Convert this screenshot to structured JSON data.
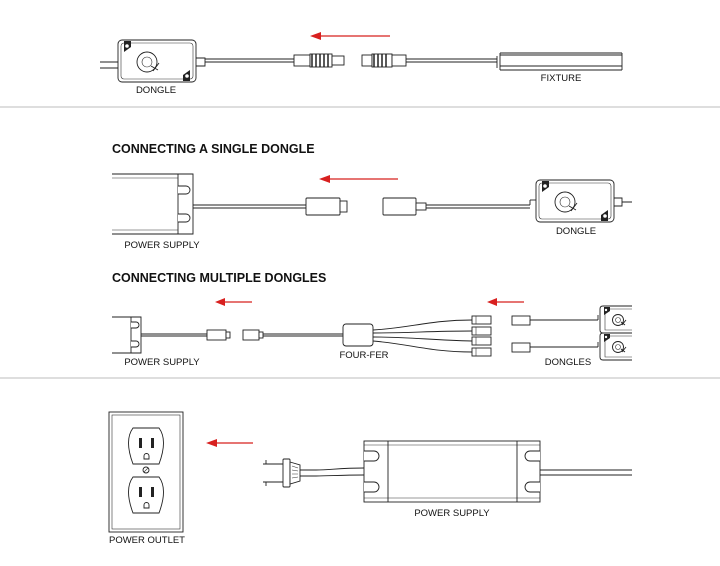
{
  "sections": {
    "top": {
      "dongle_label": "DONGLE",
      "fixture_label": "FIXTURE"
    },
    "single": {
      "heading": "CONNECTING A SINGLE DONGLE",
      "power_supply_label": "POWER SUPPLY",
      "dongle_label": "DONGLE"
    },
    "multiple": {
      "heading": "CONNECTING MULTIPLE DONGLES",
      "power_supply_label": "POWER SUPPLY",
      "fourfer_label": "FOUR-FER",
      "dongles_label": "DONGLES"
    },
    "outlet": {
      "outlet_label": "POWER OUTLET",
      "power_supply_label": "POWER SUPPLY"
    }
  },
  "colors": {
    "arrow": "#d8201f",
    "line": "#222222",
    "divider": "#bdbdbd"
  }
}
